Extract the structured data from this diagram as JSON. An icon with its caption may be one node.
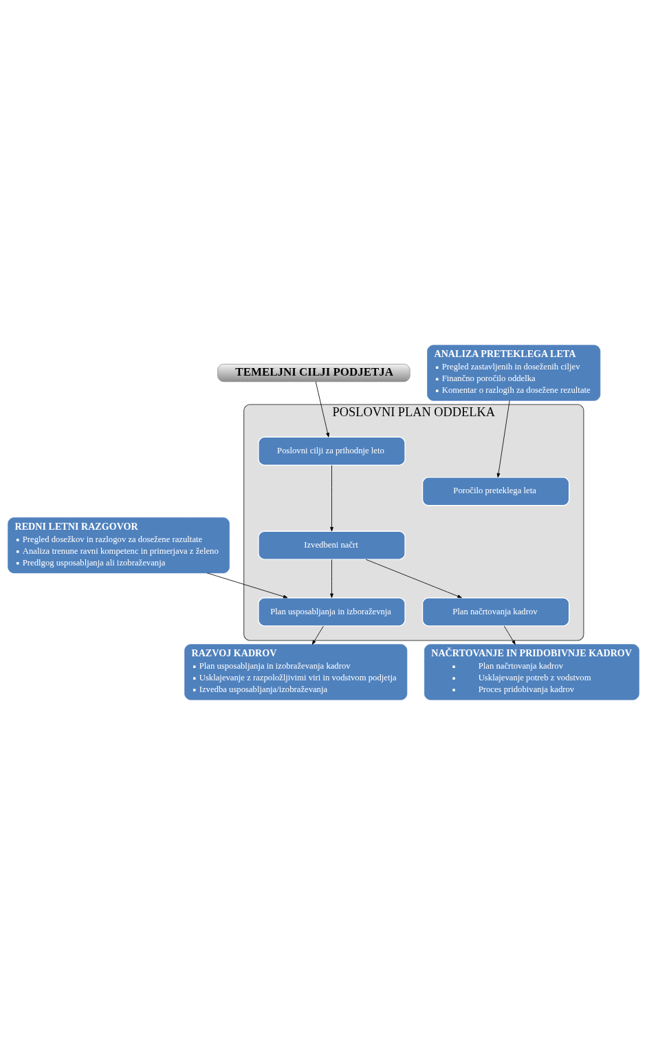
{
  "diagram": {
    "nodes": [
      {
        "text": [
          "REDNI LETNI RAZGOVOR",
          "Pregled dosežkov in razlogov za dosežene razultate",
          "Analiza trenune ravni kompetenc in primerjava z želeno",
          "Predlgog usposabljanja ali izobraževanja"
        ]
      },
      {
        "text": [
          "ANALIZA PRETEKLEGA LETA",
          "Pregled zastavljenih in doseženih ciljev",
          "Finančno poročilo oddelka",
          "Komentar o razlogih za dosežene rezultate"
        ]
      },
      {
        "text": [
          "TEMELJNI CILJI PODJETJA"
        ]
      },
      {
        "text": [
          "POSLOVNI PLAN ODDELKA"
        ]
      },
      {
        "text": [
          "Poročilo preteklega leta"
        ],
        "in": 3
      },
      {
        "text": [
          "Poslovni cilji za prihodnje leto"
        ],
        "in": 3
      },
      {
        "text": [
          "Izvedbeni načrt"
        ],
        "in": 3
      },
      {
        "text": [
          "Plan usposabljanja in izboraževnja"
        ],
        "in": 3
      },
      {
        "text": [
          "Plan načrtovanja kadrov"
        ],
        "in": 3
      },
      {
        "text": [
          "NAČRTOVANJE IN PRIDOBIVNJE KADROV",
          "Plan načrtovanja kadrov",
          "Usklajevanje potreb z vodstvom",
          "Proces pridobivanja kadrov"
        ]
      },
      {
        "text": [
          "RAZVOJ KADROV",
          "Plan usposabljanja in izobraževanja kadrov",
          "Usklajevanje z razpoložljivimi viri in vodstvom podjetja",
          "Izvedba usposabljanja/izobraževanja"
        ]
      }
    ],
    "edges": [
      {
        "from": 1,
        "to": 4,
        "arrow": "to"
      },
      {
        "from": 2,
        "to": 5,
        "arrow": "to"
      },
      {
        "from": 5,
        "to": 6,
        "arrow": "to"
      },
      {
        "from": 6,
        "to": 7,
        "arrow": "to"
      },
      {
        "from": 0,
        "to": 7,
        "arrow": "to"
      },
      {
        "from": 6,
        "to": 8,
        "arrow": "to"
      },
      {
        "from": 7,
        "to": 10,
        "arrow": "to"
      },
      {
        "from": 8,
        "to": 9,
        "arrow": "to"
      }
    ]
  }
}
